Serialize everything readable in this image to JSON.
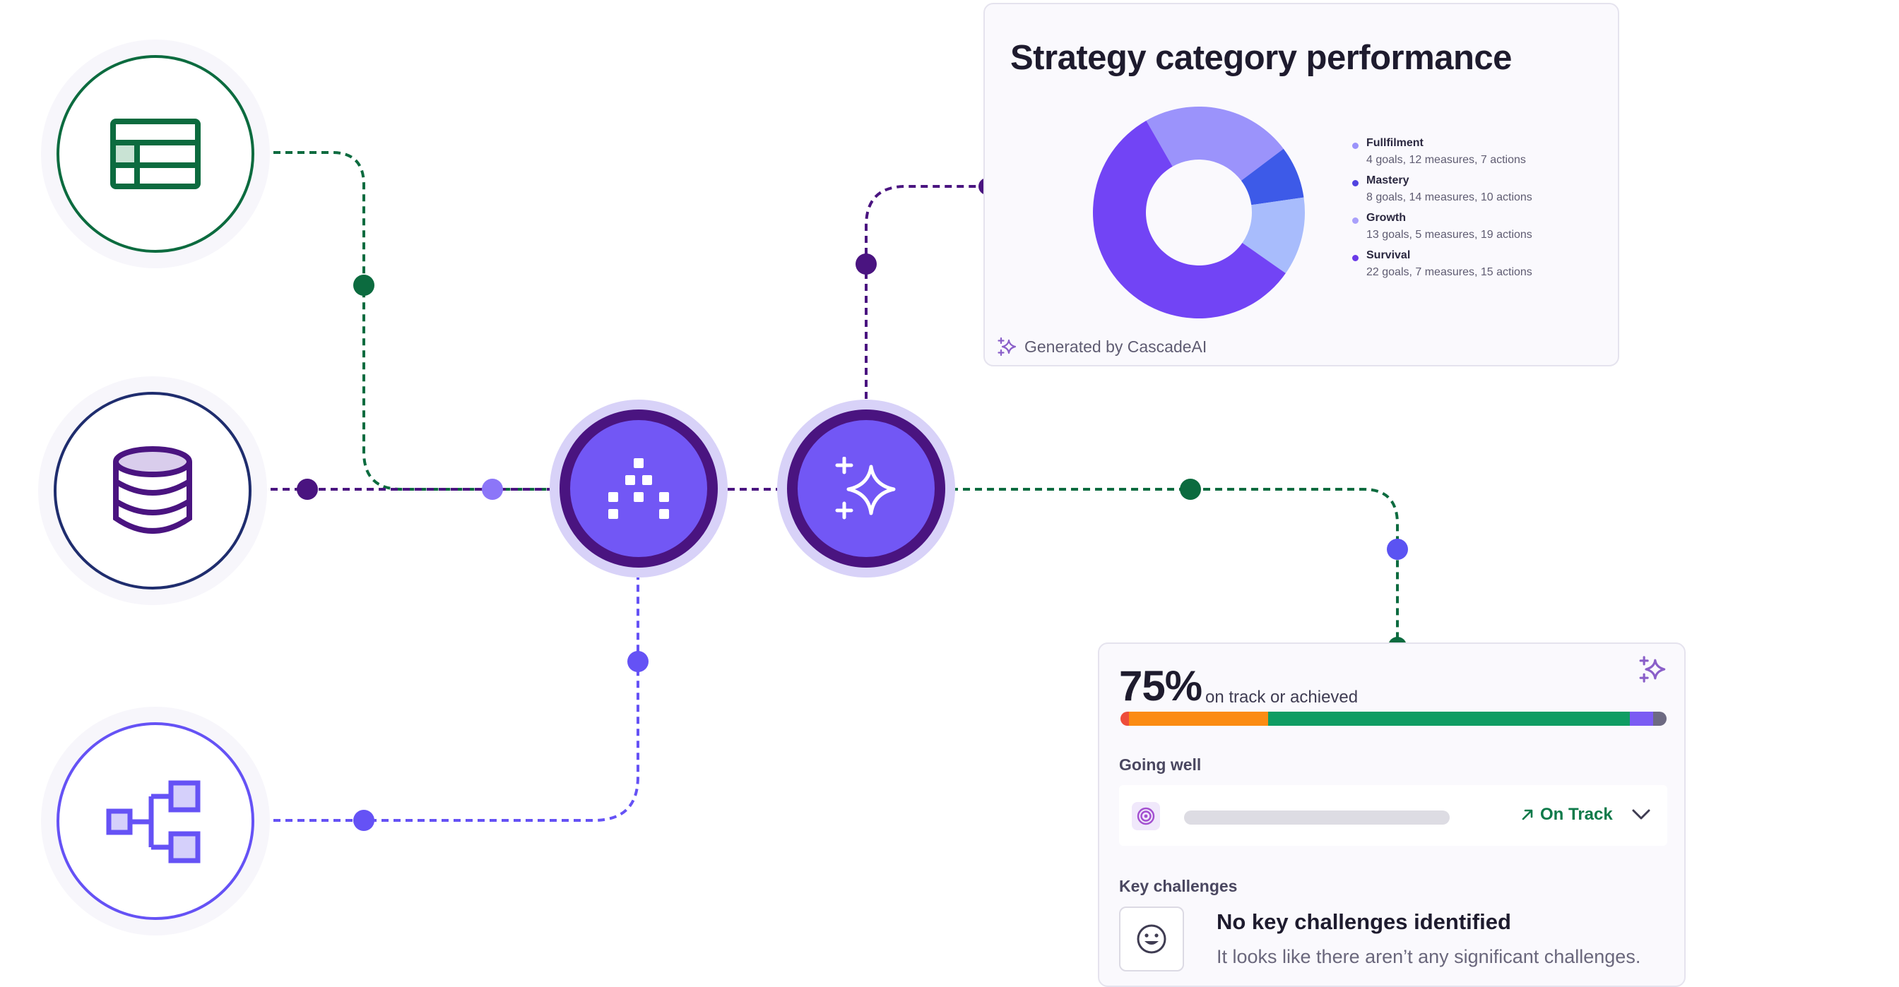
{
  "colors": {
    "green": "#0c6b3f",
    "navy": "#1f2d6e",
    "violet": "#6552f5",
    "deep_purple": "#4a1480",
    "hub_fill": "#7257f5"
  },
  "sources": [
    {
      "name": "spreadsheet",
      "icon": "spreadsheet-icon",
      "color": "#0c6b3f"
    },
    {
      "name": "database",
      "icon": "database-icon",
      "color": "#1f2d6e"
    },
    {
      "name": "hierarchy",
      "icon": "hierarchy-icon",
      "color": "#6552f5"
    }
  ],
  "hubs": [
    {
      "name": "cascade-hub",
      "icon": "cascade-logo-icon"
    },
    {
      "name": "ai-hub",
      "icon": "sparkle-icon"
    }
  ],
  "chart_card": {
    "title": "Strategy category performance",
    "footer": "Generated by CascadeAI",
    "chart_data": {
      "type": "pie",
      "categories": [
        "Fullfilment",
        "Mastery",
        "Growth",
        "Survival"
      ],
      "values": [
        23,
        8,
        12,
        57
      ],
      "value_unit": "percent of ring (estimated)",
      "colors": [
        "#9b93fb",
        "#3d5ae8",
        "#a8bcfc",
        "#7244f5"
      ],
      "descriptions": [
        "4 goals, 12 measures, 7 actions",
        "8 goals, 14 measures, 10 actions",
        "13 goals, 5 measures, 19 actions",
        "22 goals, 7 measures, 15 actions"
      ],
      "legend_colors": [
        "#9b93fb",
        "#5043e0",
        "#a9a0fb",
        "#6a3ae8"
      ],
      "legend_position": "right"
    }
  },
  "status_card": {
    "percent": "75%",
    "percent_label": "on track or achieved",
    "progress_segments": [
      {
        "name": "critical",
        "color": "#ee4d3a",
        "share": 0.016
      },
      {
        "name": "at-risk",
        "color": "#fb8c12",
        "share": 0.254
      },
      {
        "name": "on-track",
        "color": "#0f9d63",
        "share": 0.663
      },
      {
        "name": "achieved",
        "color": "#7b5cf3",
        "share": 0.042
      },
      {
        "name": "not-started",
        "color": "#6d6a82",
        "share": 0.025
      }
    ],
    "going_well_title": "Going well",
    "going_well_status": "On Track",
    "key_challenges_title": "Key challenges",
    "key_challenges_headline": "No key challenges identified",
    "key_challenges_text": "It looks like there aren’t any significant challenges."
  }
}
